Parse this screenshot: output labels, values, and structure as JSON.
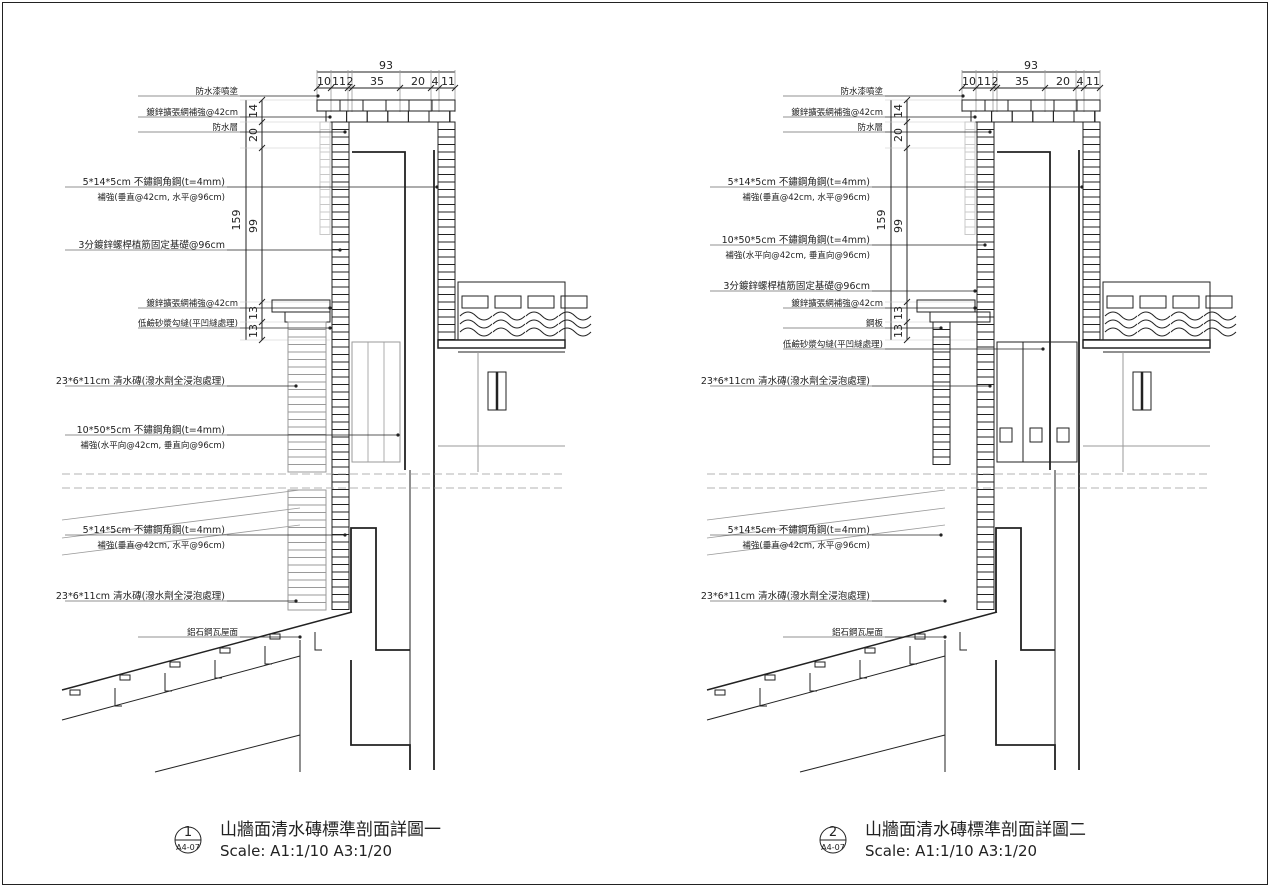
{
  "details": [
    {
      "id": "detail-1",
      "number": "1",
      "sheet_ref": "A4-07",
      "title": "山牆面清水磚標準剖面詳圖一",
      "scale": "Scale:  A1:1/10  A3:1/20",
      "dims_top": {
        "overall": "93",
        "parts": [
          "10",
          "11",
          "2",
          "35",
          "20",
          "4",
          "11"
        ]
      },
      "dims_side": {
        "total": "159",
        "parts": [
          "14",
          "20",
          "99",
          "13",
          "13"
        ]
      },
      "notes": [
        {
          "main": "防水漆噴塗"
        },
        {
          "main": "鍍鋅擴張網補強@42cm"
        },
        {
          "main": "防水層"
        },
        {
          "main": "5*14*5cm 不鏽鋼角鋼(t=4mm)",
          "sub": "補強(垂直@42cm, 水平@96cm)"
        },
        {
          "main": "3分鍍鋅螺桿植筋固定基礎@96cm"
        },
        {
          "main": "鍍鋅擴張網補強@42cm"
        },
        {
          "main": "低鹼砂漿勾縫(平凹縫處理)"
        },
        {
          "main": "23*6*11cm 清水磚(潑水劑全浸泡處理)"
        },
        {
          "main": "10*50*5cm 不鏽鋼角鋼(t=4mm)",
          "sub": "補強(水平向@42cm, 垂直向@96cm)"
        },
        {
          "main": "5*14*5cm 不鏽鋼角鋼(t=4mm)",
          "sub": "補強(垂直@42cm, 水平@96cm)"
        },
        {
          "main": "23*6*11cm 清水磚(潑水劑全浸泡處理)"
        },
        {
          "main": "鋁石鋼瓦屋面"
        }
      ]
    },
    {
      "id": "detail-2",
      "number": "2",
      "sheet_ref": "A4-07",
      "title": "山牆面清水磚標準剖面詳圖二",
      "scale": "Scale:  A1:1/10  A3:1/20",
      "dims_top": {
        "overall": "93",
        "parts": [
          "10",
          "11",
          "2",
          "35",
          "20",
          "4",
          "11"
        ]
      },
      "dims_side": {
        "total": "159",
        "parts": [
          "14",
          "20",
          "99",
          "13",
          "13"
        ]
      },
      "notes": [
        {
          "main": "防水漆噴塗"
        },
        {
          "main": "鍍鋅擴張網補強@42cm"
        },
        {
          "main": "防水層"
        },
        {
          "main": "5*14*5cm 不鏽鋼角鋼(t=4mm)",
          "sub": "補強(垂直@42cm, 水平@96cm)"
        },
        {
          "main": "10*50*5cm 不鏽鋼角鋼(t=4mm)",
          "sub": "補強(水平向@42cm, 垂直向@96cm)"
        },
        {
          "main": "3分鍍鋅螺桿植筋固定基礎@96cm"
        },
        {
          "main": "鍍鋅擴張網補強@42cm"
        },
        {
          "main": "鋼板"
        },
        {
          "main": "低鹼砂漿勾縫(平凹縫處理)"
        },
        {
          "main": "23*6*11cm 清水磚(潑水劑全浸泡處理)"
        },
        {
          "main": "5*14*5cm 不鏽鋼角鋼(t=4mm)",
          "sub": "補強(垂直@42cm, 水平@96cm)"
        },
        {
          "main": "23*6*11cm 清水磚(潑水劑全浸泡處理)"
        },
        {
          "main": "鋁石鋼瓦屋面"
        }
      ]
    }
  ],
  "colors": {
    "line": "#222222",
    "light": "#9a9a9a",
    "faint": "#c8c8c8",
    "paper": "#ffffff"
  }
}
